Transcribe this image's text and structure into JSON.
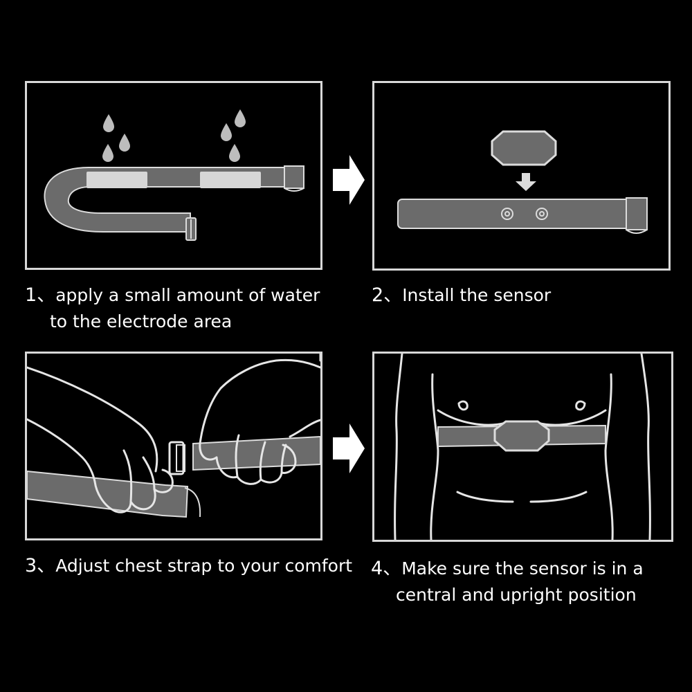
{
  "colors": {
    "background": "#000000",
    "panel_border": "#d8d8d8",
    "strap_fill": "#6b6b6b",
    "strap_stroke": "#dcdcdc",
    "pad_fill": "#d6d6d6",
    "water_drop": "#bdbdbd",
    "line_art": "#e6e6e6",
    "arrow": "#ffffff"
  },
  "steps": [
    {
      "number": "1、",
      "line1": "apply a small amount of water",
      "line2": "to the electrode area",
      "icon": "wet-electrode-strap"
    },
    {
      "number": "2、",
      "line1": "Install the sensor",
      "line2": "",
      "icon": "sensor-install"
    },
    {
      "number": "3、",
      "line1": "Adjust chest strap to your comfort",
      "line2": "",
      "icon": "hands-adjust-strap"
    },
    {
      "number": "4、",
      "line1": "Make sure the sensor is in a",
      "line2": "central and upright position",
      "icon": "chest-wearing-sensor"
    }
  ],
  "arrows": [
    "right-arrow",
    "right-arrow"
  ]
}
